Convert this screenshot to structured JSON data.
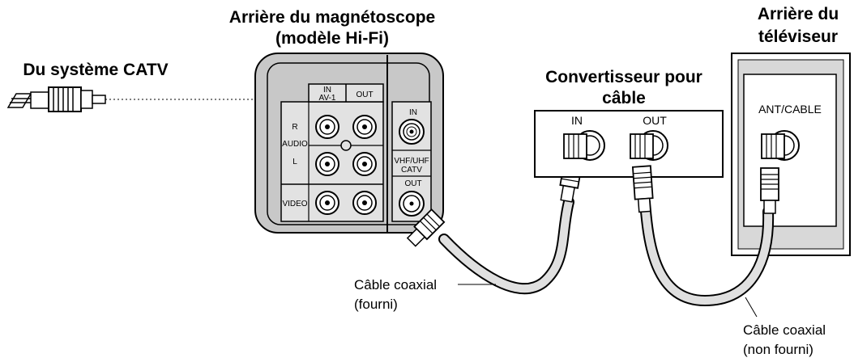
{
  "titles": {
    "vcr_line1": "Arrière du magnétoscope",
    "vcr_line2": "(modèle Hi-Fi)",
    "catv": "Du système CATV",
    "converter_line1": "Convertisseur pour",
    "converter_line2": "câble",
    "tv_line1": "Arrière du",
    "tv_line2": "téléviseur"
  },
  "vcr_panel": {
    "in_av1_top": "IN",
    "in_av1_bottom": "AV-1",
    "out_label": "OUT",
    "r_label": "R",
    "audio_label": "AUDIO",
    "l_label": "L",
    "video_label": "VIDEO",
    "rf_in": "IN",
    "vhf_uhf_line1": "VHF/UHF",
    "vhf_uhf_line2": "CATV",
    "rf_out": "OUT"
  },
  "converter": {
    "in_label": "IN",
    "out_label": "OUT"
  },
  "tv": {
    "ant_label": "ANT/CABLE"
  },
  "cables": {
    "coax_supplied_line1": "Câble coaxial",
    "coax_supplied_line2": "(fourni)",
    "coax_not_supplied_line1": "Câble coaxial",
    "coax_not_supplied_line2": "(non fourni)"
  }
}
